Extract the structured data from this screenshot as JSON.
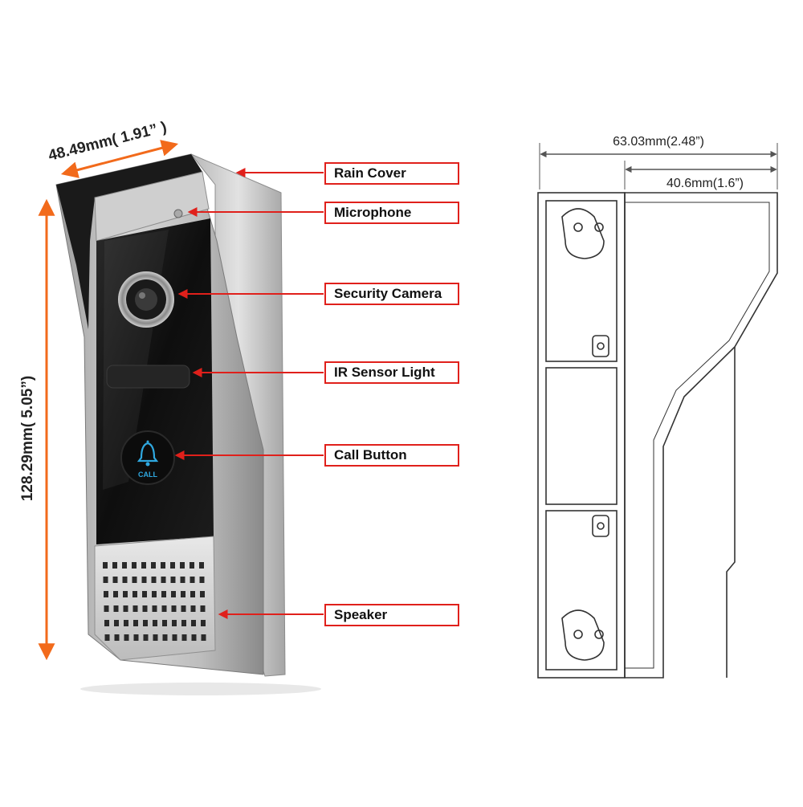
{
  "dimensions": {
    "width": "48.49mm( 1.91” )",
    "height": "128.29mm( 5.05”)",
    "side_depth_total": "63.03mm(2.48”)",
    "side_depth_cover": "40.6mm(1.6”)"
  },
  "callouts": [
    {
      "id": "rain-cover",
      "label": "Rain Cover"
    },
    {
      "id": "microphone",
      "label": "Microphone"
    },
    {
      "id": "security-camera",
      "label": "Security Camera"
    },
    {
      "id": "ir-sensor-light",
      "label": "IR Sensor Light"
    },
    {
      "id": "call-button",
      "label": "Call Button"
    },
    {
      "id": "speaker",
      "label": "Speaker"
    }
  ],
  "device": {
    "call_text": "CALL"
  },
  "colors": {
    "dimension_arrow": "#f26a1b",
    "callout_border": "#e0201b",
    "callout_arrow": "#e0201b",
    "icon_accent": "#2fa8e0"
  }
}
